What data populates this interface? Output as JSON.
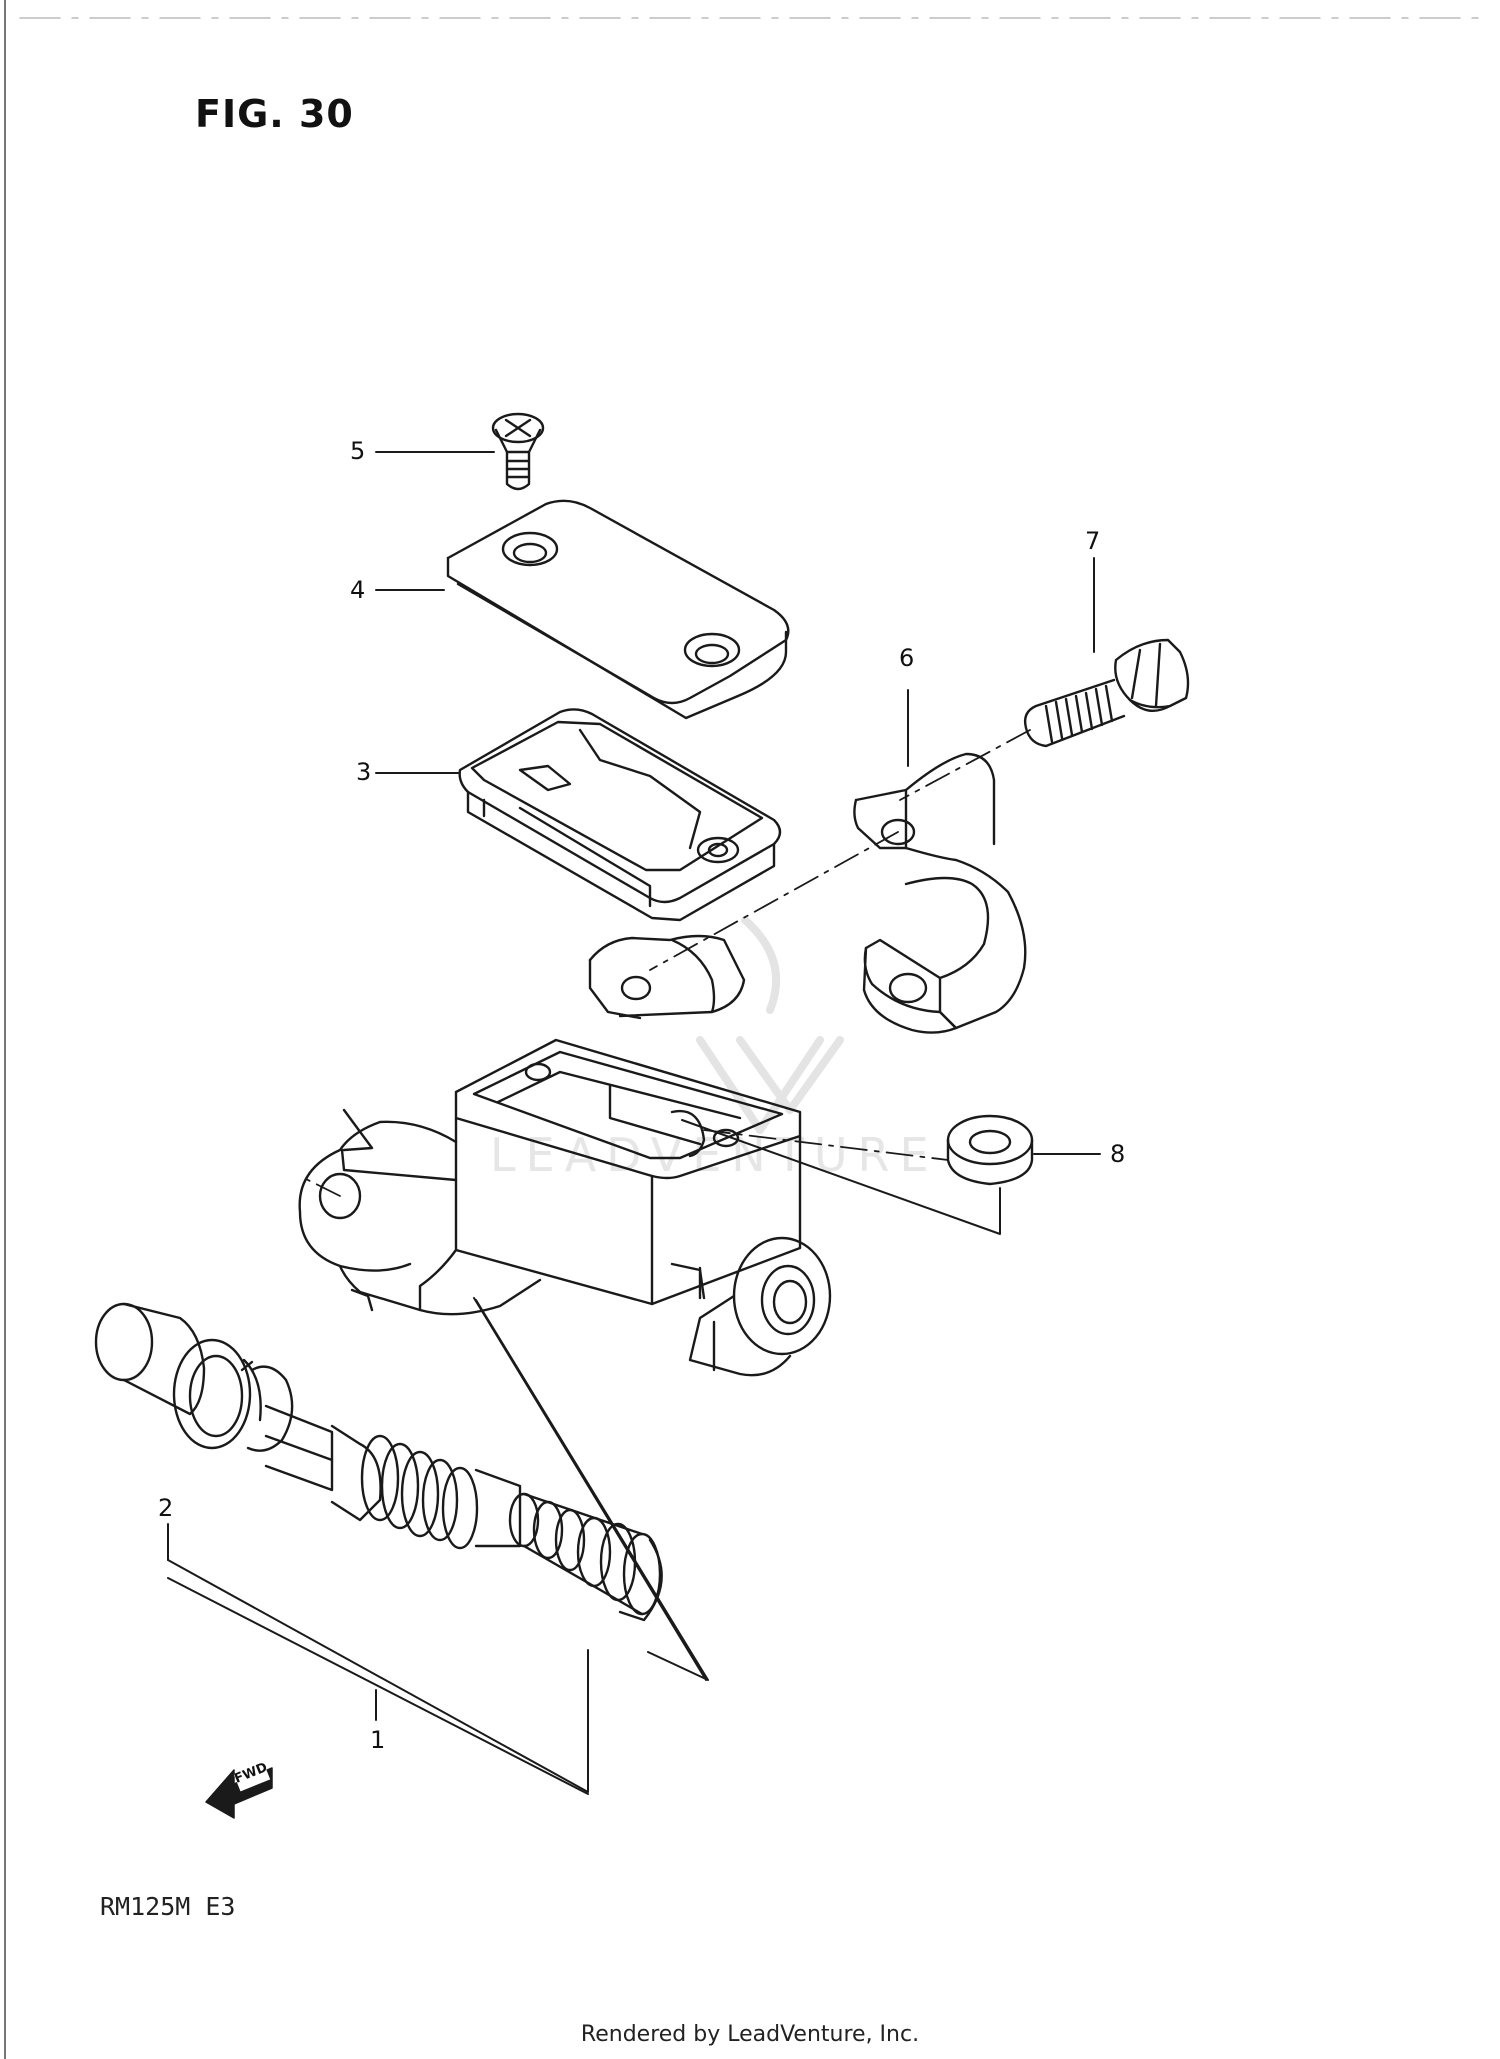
{
  "figure_title": "FIG. 30",
  "model_code": "RM125M  E3",
  "footer": "Rendered by LeadVenture, Inc.",
  "watermark": "LEADVENTURE",
  "fwd_label": "FWD",
  "callouts": [
    {
      "num": "5"
    },
    {
      "num": "4"
    },
    {
      "num": "3"
    },
    {
      "num": "7"
    },
    {
      "num": "6"
    },
    {
      "num": "8"
    },
    {
      "num": "2"
    },
    {
      "num": "1"
    }
  ]
}
